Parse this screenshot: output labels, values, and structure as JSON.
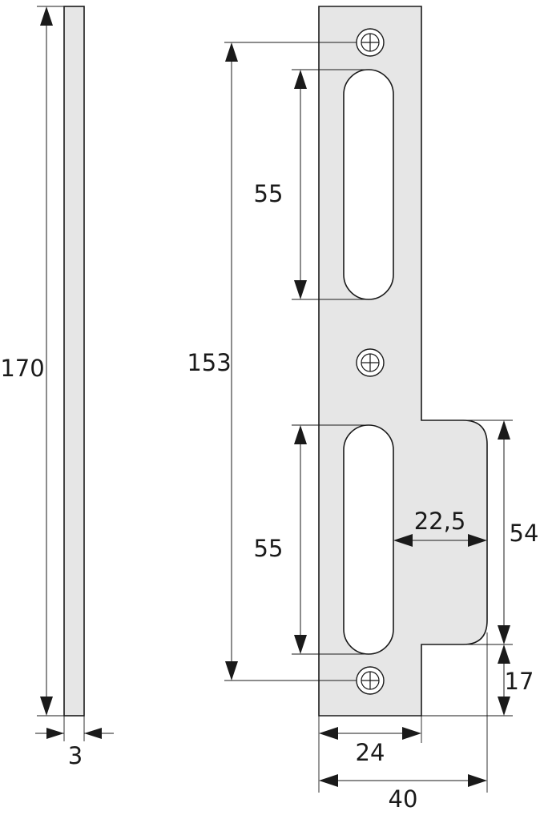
{
  "colors": {
    "plate_fill": "#e6e6e6",
    "line": "#1a1a1a",
    "background": "#ffffff"
  },
  "dimensions": {
    "side_height": "170",
    "thickness": "3",
    "screw_spacing": "153",
    "upper_slot_length": "55",
    "lower_slot_length": "55",
    "tab_offset": "22,5",
    "tab_height": "54",
    "tab_bottom_offset": "17",
    "narrow_width": "24",
    "total_width": "40"
  }
}
